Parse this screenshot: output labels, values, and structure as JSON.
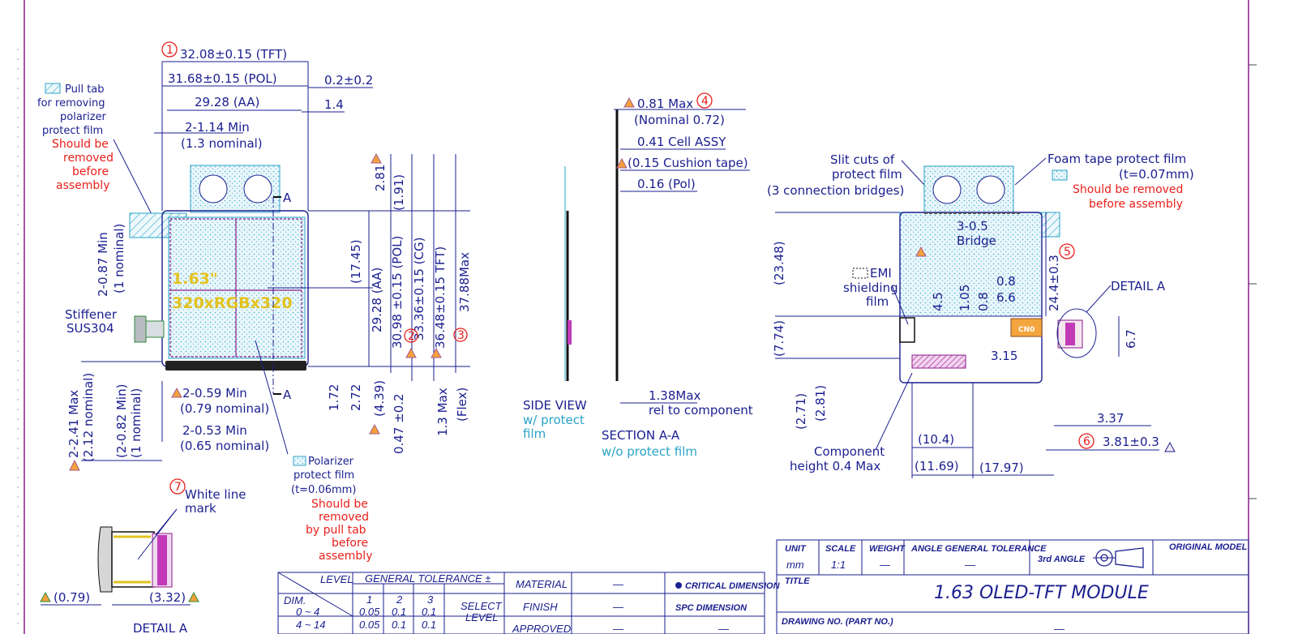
{
  "top_dims": {
    "tft": "32.08±0.15 (TFT)",
    "pol": "31.68±0.15 (POL)",
    "pol_offset": "0.2±0.2",
    "aa": "29.28 (AA)",
    "aa_offset": "1.4",
    "pin_min": "2-1.14 Min",
    "pin_nominal": "(1.3 nominal)",
    "callout_1": "1"
  },
  "left_notes": {
    "pull_tab_1": "Pull tab",
    "pull_tab_2": "for removing",
    "pull_tab_3": "polarizer",
    "pull_tab_4": "protect film",
    "warn_1": "Should be",
    "warn_2": "removed",
    "warn_3": "before",
    "warn_4": "assembly",
    "stiffener_1": "Stiffener",
    "stiffener_2": "SUS304",
    "side_min": "2-0.87 Min",
    "side_nominal": "(1 nominal)",
    "bottom_max": "2-2.41 Max",
    "bottom_nominal": "(2.12 nominal)",
    "edge_min": "(2-0.82 Min)",
    "edge_nominal": "(1 nominal)"
  },
  "front_view": {
    "size_text": "1.63\"",
    "resolution_text": "320xRGBx320",
    "section_a_top": "A",
    "section_a_bottom": "A",
    "v_281": "2.81",
    "v_191": "(1.91)",
    "v_1745": "(17.45)",
    "v_aa": "29.28 (AA)",
    "v_pol": "30.98 ±0.15 (POL)",
    "v_cg": "33.36±0.15 (CG)",
    "v_tft": "36.48±0.15 TFT)",
    "v_total": "37.88Max",
    "v_172": "1.72",
    "v_272": "2.72",
    "v_439": "(4.39)",
    "v_047": "0.47 ±0.2",
    "v_13": "1.3 Max",
    "v_flex": "(Flex)",
    "callout_2": "2",
    "callout_3": "3",
    "bot_min_1": "2-0.59 Min",
    "bot_nom_1": "(0.79 nominal)",
    "bot_min_2": "2-0.53 Min",
    "bot_nom_2": "(0.65 nominal)",
    "pol_film_1": "Polarizer",
    "pol_film_2": "protect film",
    "pol_film_3": "(t=0.06mm)",
    "pol_warn_1": "Should be",
    "pol_warn_2": "removed",
    "pol_warn_3": "by pull tab",
    "pol_warn_4": "before",
    "pol_warn_5": "assembly"
  },
  "side_view": {
    "title": "SIDE VIEW",
    "sub_1": "w/ protect",
    "sub_2": "film"
  },
  "section_view": {
    "max": "0.81 Max",
    "callout_4": "4",
    "nominal": "(Nominal 0.72)",
    "cell": "0.41 Cell ASSY",
    "cushion": "(0.15 Cushion tape)",
    "pol": "0.16 (Pol)",
    "max_138": "1.38Max",
    "rel": "rel to component",
    "title": "SECTION A-A",
    "sub": "w/o protect film"
  },
  "back_view": {
    "slit_1": "Slit cuts of",
    "slit_2": "protect film",
    "slit_3": "(3 connection bridges)",
    "foam_1": "Foam tape protect film",
    "foam_2": "(t=0.07mm)",
    "foam_warn_1": "Should be removed",
    "foam_warn_2": "before assembly",
    "bridge_1": "3-0.5",
    "bridge_2": "Bridge",
    "callout_5": "5",
    "emi_1": "EMI",
    "emi_2": "shielding",
    "emi_3": "film",
    "detail": "DETAIL  A",
    "v_2348": "(23.48)",
    "v_774": "(7.74)",
    "v_45": "4.5",
    "v_105": "1.05",
    "v_08": "0.8",
    "v_08b": "0.8",
    "v_66": "6.6",
    "v_244": "24.4±0.3",
    "v_67": "6.7",
    "v_315": "3.15",
    "v_271": "(2.71)",
    "v_281": "(2.81)",
    "v_337": "3.37",
    "v_381": "3.81±0.3",
    "callout_6": "6",
    "v_104": "(10.4)",
    "v_1169": "(11.69)",
    "v_1797": "(17.97)",
    "component_1": "Component",
    "component_2": "height 0.4 Max"
  },
  "detail_a": {
    "callout_7": "7",
    "white_1": "White line",
    "white_2": "mark",
    "left": "(0.79)",
    "right": "(3.32)",
    "title": "DETAIL  A"
  },
  "tolerance_table": {
    "level": "LEVEL",
    "general": "GENERAL TOLERANCE ±",
    "dim": "DIM.",
    "col_1": "1",
    "col_2": "2",
    "col_3": "3",
    "select": "SELECT",
    "select_2": "LEVEL",
    "row1_dim": "0 ~ 4",
    "row1_v1": "0.05",
    "row1_v2": "0.1",
    "row1_v3": "0.1",
    "row2_dim": "4 ~ 14",
    "row2_v1": "0.05",
    "row2_v2": "0.1",
    "row2_v3": "0.1",
    "material": "MATERIAL",
    "finish": "FINISH",
    "approved": "APPROVED",
    "dash": "—",
    "critical": "CRITICAL DIMENSION",
    "spc": "SPC DIMENSION"
  },
  "title_block": {
    "unit_label": "UNIT",
    "unit": "mm",
    "scale_label": "SCALE",
    "scale": "1:1",
    "weight_label": "WEIGHT",
    "weight": "—",
    "angle_label": "ANGLE GENERAL TOLERANCE",
    "angle": "—",
    "projection": "3rd ANGLE",
    "original": "ORIGINAL MODEL",
    "title_label": "TITLE",
    "title": "1.63 OLED-TFT MODULE",
    "drawing_no_label": "DRAWING NO. (PART NO.)",
    "drawing_no": "—"
  },
  "colors": {
    "line": "#1a1f8f",
    "warning": "#e8201b",
    "cyan": "#2aa3c7",
    "yellow": "#e3c21f",
    "magenta": "#8a1a8a"
  }
}
